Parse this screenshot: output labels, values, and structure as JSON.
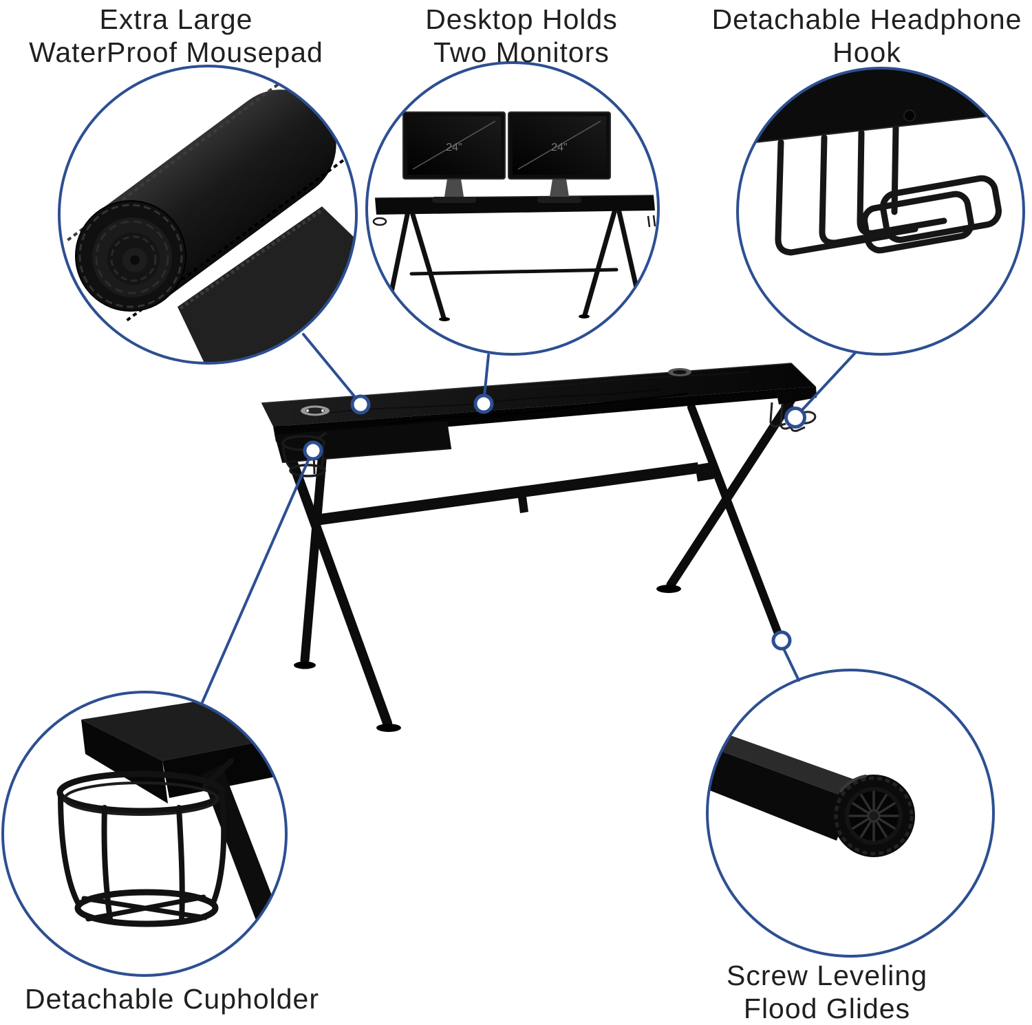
{
  "diagram": {
    "background_color": "#ffffff",
    "accent_color": "#2d4f92",
    "text_color": "#1f1f1f",
    "product_color": "#0d0d0d",
    "callouts": [
      {
        "id": "mousepad",
        "line1": "Extra Large",
        "line2": "WaterProof Mousepad",
        "icon": "rolled-mousepad-photo"
      },
      {
        "id": "dual-monitors",
        "line1": "Desktop Holds",
        "line2": "Two Monitors",
        "icon": "dual-monitor-desk-photo"
      },
      {
        "id": "headphone-hook",
        "line1": "Detachable Headphone",
        "line2": "Hook",
        "icon": "wire-headphone-hook-photo"
      },
      {
        "id": "cupholder",
        "line1": "Detachable Cupholder",
        "line2": "",
        "icon": "wire-cupholder-photo"
      },
      {
        "id": "flood-glides",
        "line1": "Screw Leveling",
        "line2": "Flood Glides",
        "icon": "leveling-glide-photo"
      }
    ],
    "monitor_labels": {
      "left": "24\"",
      "right": "24\""
    }
  }
}
